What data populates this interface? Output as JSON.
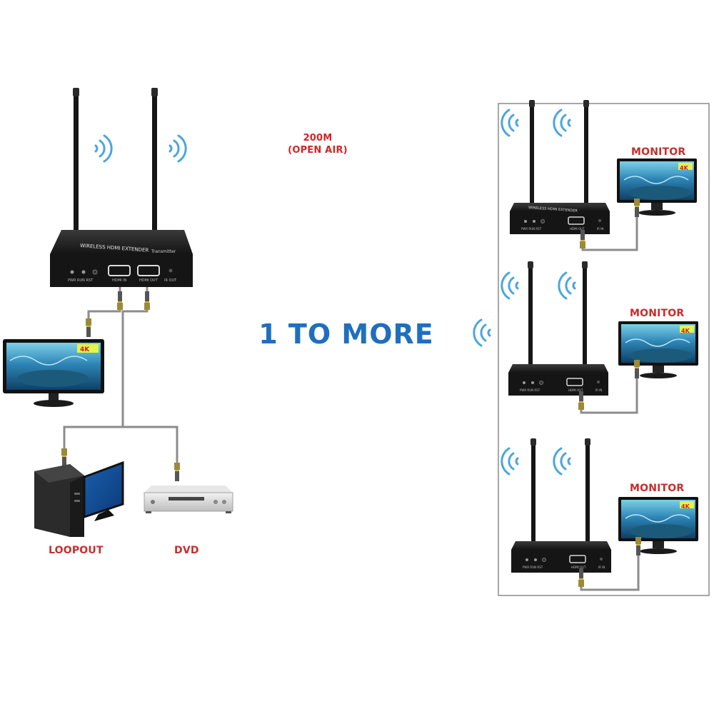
{
  "transmitter": {
    "panel_text": "WIRELESS HDMI EXTENDER",
    "unit_name": "Transmitter",
    "ports": [
      "PWR",
      "RUN",
      "RST",
      "HDMI IN",
      "HDMI OUT",
      "IR OUT"
    ]
  },
  "receiver": {
    "panel_text": "WIRELESS HDMI EXTENDER",
    "ports": [
      "PWR",
      "RUN",
      "RST",
      "HDMI OUT",
      "IR IN"
    ]
  },
  "range": {
    "line1": "200M",
    "line2": "(OPEN AIR)"
  },
  "mode_label": "1 TO MORE",
  "sources": {
    "loopout_label": "LOOPOUT",
    "dvd_label": "DVD"
  },
  "receivers": [
    {
      "monitor_label": "MONITOR",
      "resolution_badge": "4K"
    },
    {
      "monitor_label": "MONITOR",
      "resolution_badge": "4K"
    },
    {
      "monitor_label": "MONITOR",
      "resolution_badge": "4K"
    }
  ],
  "loop_monitor": {
    "resolution_badge": "4K"
  },
  "colors": {
    "device_body": "#1b1b1b",
    "cable": "#8c8c8c",
    "label_red": "#c72d2d",
    "mode_blue": "#1f6fbf",
    "wifi_blue": "#4aa6dc",
    "screen_sea": "#2a6e96"
  },
  "icons": [
    "antenna-icon",
    "wifi-signal-icon",
    "monitor-icon",
    "computer-tower-icon",
    "dvd-player-icon",
    "hdmi-connector-icon"
  ]
}
